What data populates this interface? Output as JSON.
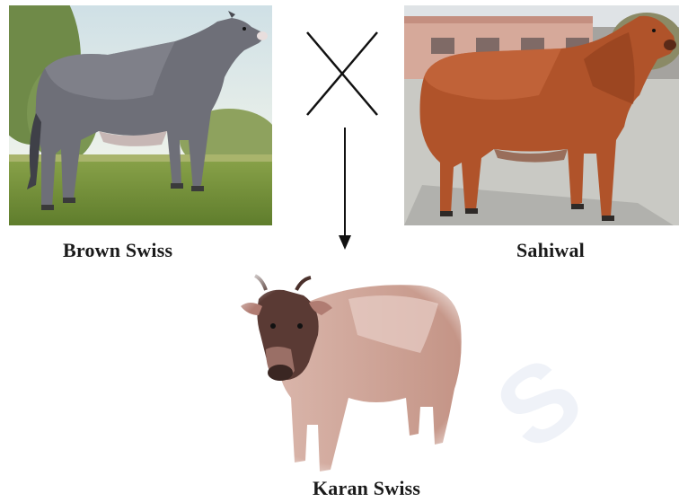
{
  "parents": [
    {
      "name": "Brown Swiss"
    },
    {
      "name": "Sahiwal"
    }
  ],
  "offspring": {
    "name": "Karan Swiss"
  },
  "colors": {
    "brown_swiss_coat": "#6e6f78",
    "sahiwal_coat": "#b0532a",
    "karan_swiss_coat": "#d9b5aa",
    "label_text": "#1a1a1a",
    "line": "#111111"
  }
}
